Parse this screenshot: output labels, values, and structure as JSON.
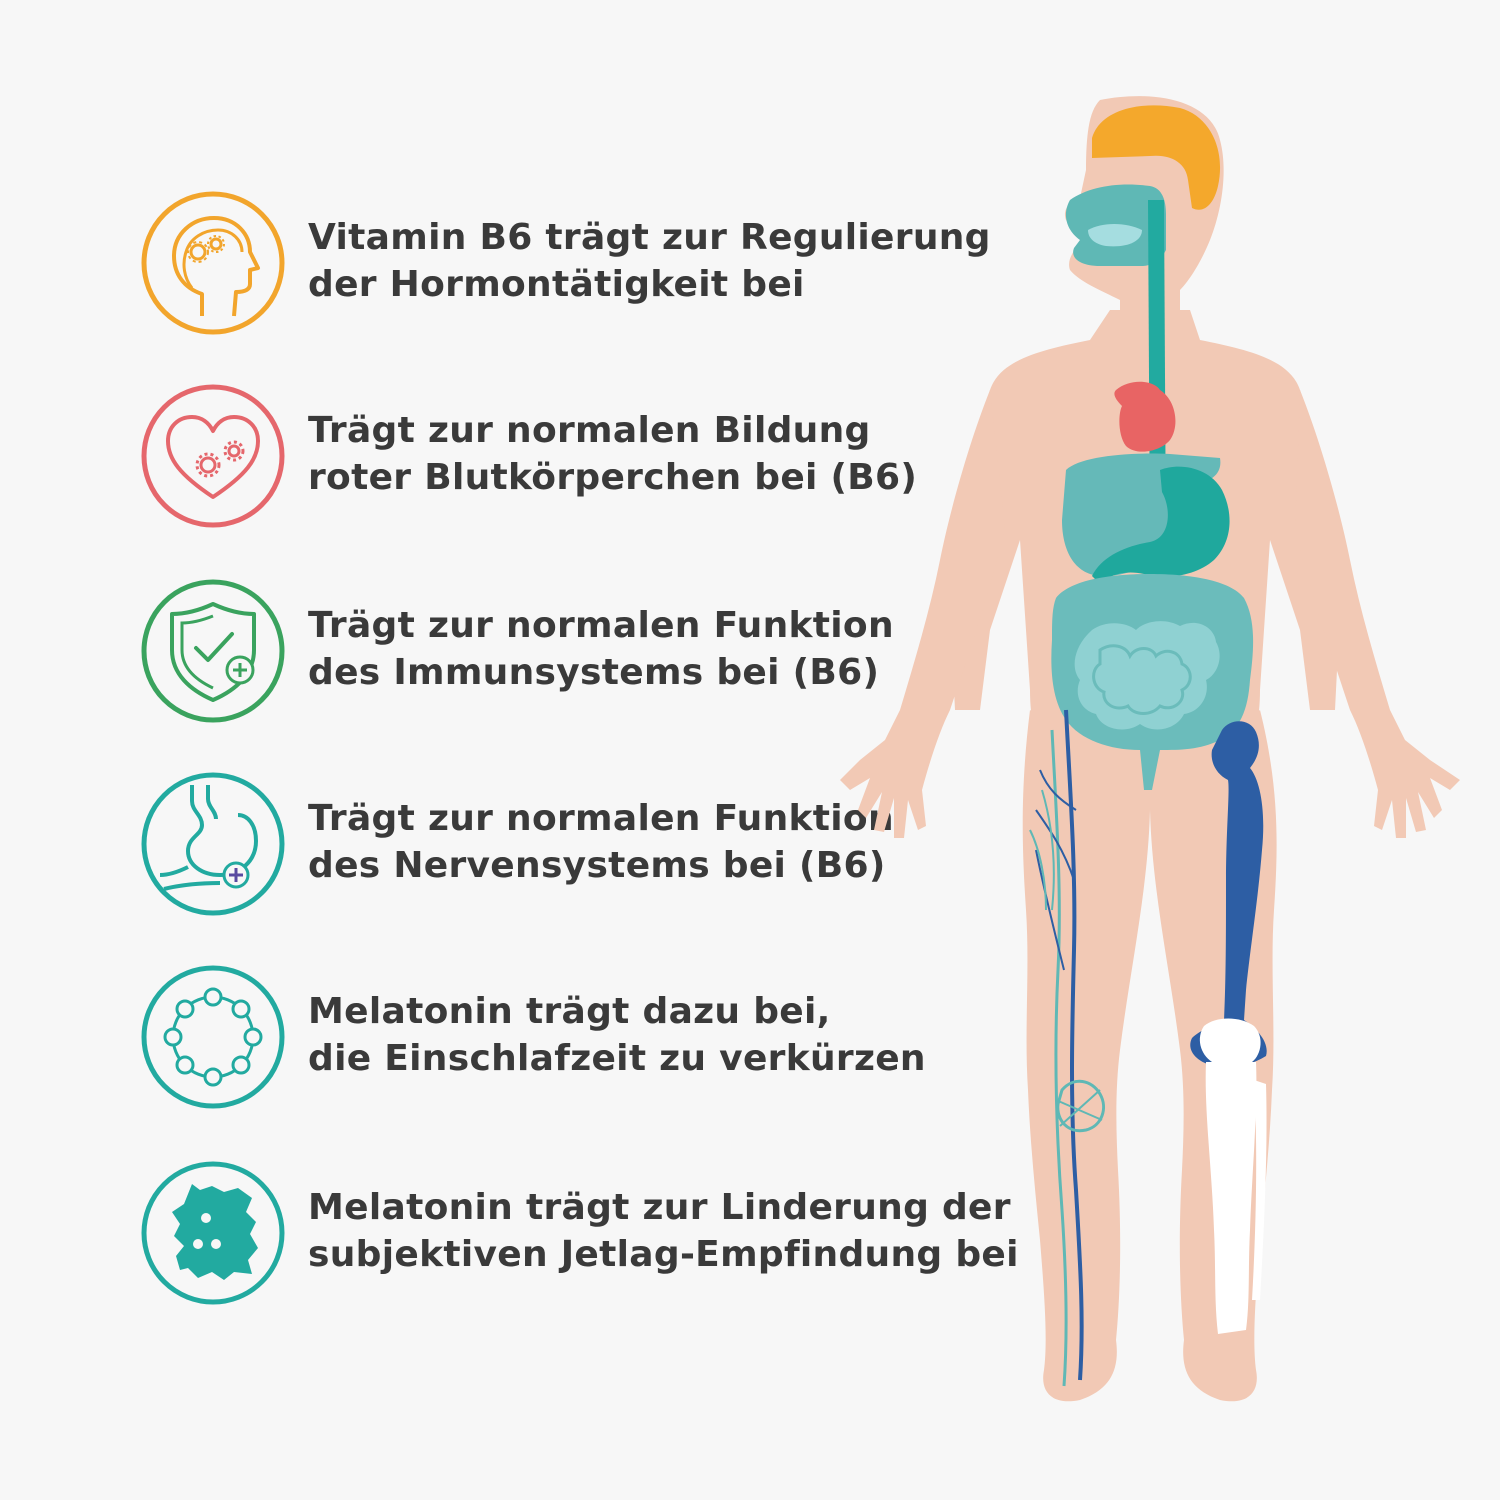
{
  "colors": {
    "background": "#f7f7f7",
    "text": "#3a3a3a",
    "orange": "#f2a52c",
    "red": "#e5676c",
    "green": "#3aa35e",
    "teal": "#22aaa0",
    "skin": "#f2c9b5",
    "organ_teal": "#5fb8b5",
    "bone_blue": "#2d5ea4",
    "heart": "#e86464",
    "brain": "#f4a82c"
  },
  "benefits": [
    {
      "icon": "head-gears-icon",
      "color": "#f2a52c",
      "line1": "Vitamin B6 trägt zur Regulierung",
      "line2": "der Hormontätigkeit bei"
    },
    {
      "icon": "heart-gears-icon",
      "color": "#e5676c",
      "line1": "Trägt zur normalen Bildung",
      "line2": "roter Blutkörperchen bei (B6)"
    },
    {
      "icon": "shield-check-icon",
      "color": "#3aa35e",
      "line1": "Trägt zur normalen Funktion",
      "line2": "des Immunsystems bei (B6)"
    },
    {
      "icon": "stomach-plus-icon",
      "color": "#22aaa0",
      "line1": "Trägt zur normalen Funktion",
      "line2": "des Nervensystems bei (B6)"
    },
    {
      "icon": "molecule-ring-icon",
      "color": "#22aaa0",
      "line1": "Melatonin trägt dazu bei,",
      "line2": "die Einschlafzeit zu verkürzen"
    },
    {
      "icon": "world-map-icon",
      "color": "#22aaa0",
      "line1": "Melatonin trägt zur Linderung der",
      "line2": "subjektiven Jetlag-Empfindung bei"
    }
  ]
}
